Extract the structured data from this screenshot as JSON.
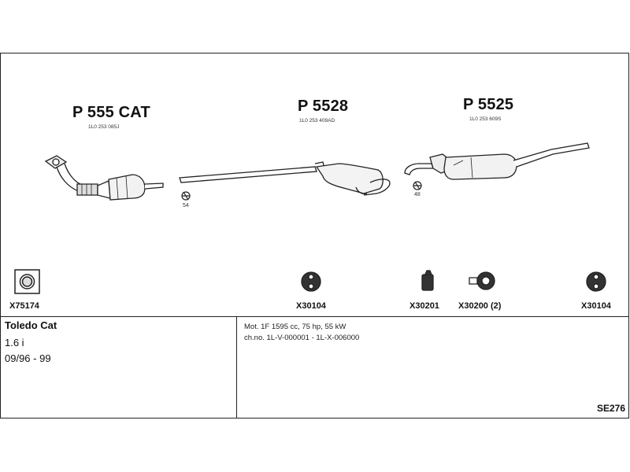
{
  "parts": {
    "cat": {
      "title": "P 555 CAT",
      "oem": "1L0 253 085J",
      "clamp_qty": "54"
    },
    "mid": {
      "title": "P 5528",
      "oem": "1L0 253 409AD"
    },
    "rear": {
      "title": "P 5525",
      "oem": "1L0 253 609S",
      "clamp_qty": "48"
    }
  },
  "accessories": [
    {
      "code": "X75174",
      "icon": "gasket-icon"
    },
    {
      "code": "X30104",
      "icon": "rubber-mount-icon"
    },
    {
      "code": "X30201",
      "icon": "bracket-icon"
    },
    {
      "code": "X30200 (2)",
      "icon": "clamp-ring-icon"
    },
    {
      "code": "X30104",
      "icon": "rubber-mount-icon"
    }
  ],
  "vehicle": {
    "name": "Toledo Cat",
    "engine": "1.6 i",
    "years": "09/96 - 99"
  },
  "specs": {
    "motor": "Mot. 1F 1595 cc, 75 hp, 55 kW",
    "chassis": "ch.no. 1L-V-000001 - 1L-X-006000"
  },
  "diagram_id": "SE276"
}
